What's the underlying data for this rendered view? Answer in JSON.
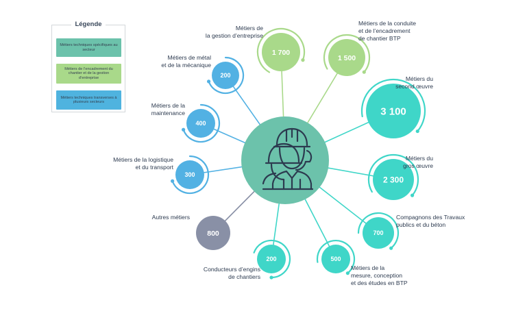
{
  "legend": {
    "title": "Légende",
    "items": [
      {
        "label": "Métiers techniques spécifiques au secteur",
        "color": "#6cc2ab"
      },
      {
        "label": "Métiers de l’encadrement du chantier et de la gestion d’entreprise",
        "color": "#a9d98a"
      },
      {
        "label": "Métiers techniques transverses à plusieurs secteurs",
        "color": "#4fb3df"
      }
    ]
  },
  "colors": {
    "center": "#6cc2ab",
    "teal": "#3fd6c8",
    "green": "#a9d98a",
    "blue": "#52b1e3",
    "gray": "#8990a6",
    "text": "#2c3a4f"
  },
  "center_icon": "construction-workers-icon",
  "categories": [
    {
      "label_lines": [
        "Métiers de",
        "la gestion d’entreprise"
      ],
      "value": "1 700",
      "group": "green"
    },
    {
      "label_lines": [
        "Métiers de la conduite",
        "et de l’encadrement",
        "de chantier BTP"
      ],
      "value": "1 500",
      "group": "green"
    },
    {
      "label_lines": [
        "Métiers du",
        "second œuvre"
      ],
      "value": "3 100",
      "group": "teal"
    },
    {
      "label_lines": [
        "Métiers du",
        "gros œuvre"
      ],
      "value": "2 300",
      "group": "teal"
    },
    {
      "label_lines": [
        "Compagnons des Travaux",
        "publics et du béton"
      ],
      "value": "700",
      "group": "teal"
    },
    {
      "label_lines": [
        "Métiers de la",
        "mesure, conception",
        "et des études en BTP"
      ],
      "value": "500",
      "group": "teal"
    },
    {
      "label_lines": [
        "Conducteurs d’engins",
        "de chantiers"
      ],
      "value": "200",
      "group": "teal"
    },
    {
      "label_lines": [
        "Autres métiers"
      ],
      "value": "800",
      "group": "gray"
    },
    {
      "label_lines": [
        "Métiers de la logistique",
        "et du transport"
      ],
      "value": "300",
      "group": "blue"
    },
    {
      "label_lines": [
        "Métiers de la",
        "maintenance"
      ],
      "value": "400",
      "group": "blue"
    },
    {
      "label_lines": [
        "Métiers de métal",
        "et de la mécanique"
      ],
      "value": "200",
      "group": "blue"
    }
  ]
}
